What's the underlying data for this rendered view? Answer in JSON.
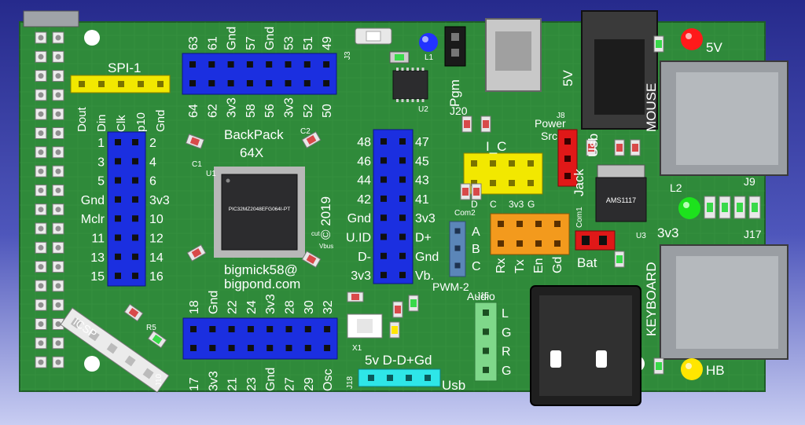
{
  "board": {
    "name": "BackPack",
    "model": "64X",
    "copyright": "© 2019",
    "email_user": "bigmick58@",
    "email_domain": "bigpond.com",
    "mcu_marking": "PIC32MZ2048EFG064I-PT",
    "reg_marking": "AMS1117"
  },
  "labels": {
    "spi1": "SPI-1",
    "spi_pins": [
      "Dout",
      "Din",
      "Clk",
      "p10",
      "Gnd"
    ],
    "left_hdr_l": [
      "1",
      "3",
      "5",
      "Gnd",
      "Mclr",
      "11",
      "13",
      "15"
    ],
    "left_hdr_r": [
      "2",
      "4",
      "6",
      "3v3",
      "10",
      "12",
      "14",
      "16"
    ],
    "top_hdr_top": [
      "63",
      "61",
      "Gnd",
      "57",
      "Gnd",
      "53",
      "51",
      "49"
    ],
    "top_hdr_bot": [
      "64",
      "62",
      "3v3",
      "58",
      "56",
      "3v3",
      "52",
      "50"
    ],
    "mid_hdr_l": [
      "48",
      "46",
      "44",
      "42",
      "Gnd",
      "U.ID",
      "D-",
      "3v3"
    ],
    "mid_hdr_r": [
      "47",
      "45",
      "43",
      "41",
      "3v3",
      "D+",
      "Gnd",
      "Vb."
    ],
    "bot_hdr_top": [
      "18",
      "Gnd",
      "22",
      "24",
      "3v3",
      "28",
      "30",
      "32"
    ],
    "bot_hdr_bot": [
      "17",
      "3v3",
      "21",
      "23",
      "Gnd",
      "27",
      "29",
      "Osc"
    ],
    "icsp": "ICSP",
    "pgm": "Pgm",
    "j20": "J20",
    "j3": "J3",
    "u1": "U1",
    "u2": "U2",
    "u3": "U3",
    "c1": "C1",
    "c2": "C2",
    "r5": "R5",
    "x1": "X1",
    "j10": "J10",
    "j18": "J18",
    "j8": "J8",
    "j9": "J9",
    "j17": "J17",
    "j15": "J15",
    "i2c": "I_C",
    "i2c_pins": [
      "D",
      "C",
      "3v3",
      "G"
    ],
    "com2": "Com2",
    "com2_pins": [
      "A",
      "B",
      "C"
    ],
    "pwm2": "PWM-2",
    "com1": "Com1",
    "com1_pins": [
      "Rx",
      "Tx",
      "En",
      "Gd"
    ],
    "bat": "Bat",
    "power_src": [
      "Power",
      "Src"
    ],
    "usb_jack": [
      "Usb",
      "Jack"
    ],
    "v5_in": "5V",
    "mouse": "MOUSE",
    "keyboard": "KEYBOARD",
    "led_5v": "5V",
    "led_3v3": "3v3",
    "led_hb": "HB",
    "l1": "L1",
    "l2": "L2",
    "audio": "Audio",
    "audio_pins": [
      "L",
      "G",
      "R",
      "G"
    ],
    "usb_hdr": "5v D-D+Gd",
    "usb": "Usb",
    "cut": "cut",
    "vbus": "Vbus"
  },
  "colors": {
    "pcb": "#2f8a3a",
    "header_blue": "#1b2fe0",
    "header_yellow": "#f2e800",
    "header_orange": "#f39a1d",
    "header_red": "#e01818",
    "header_cyan": "#2ee6e8",
    "header_green": "#7fd88a",
    "header_steel": "#5b86b8",
    "led_red": "#ff1a1a",
    "led_green": "#1de21d",
    "led_yellow": "#ffe600",
    "led_blue": "#2233ff"
  }
}
